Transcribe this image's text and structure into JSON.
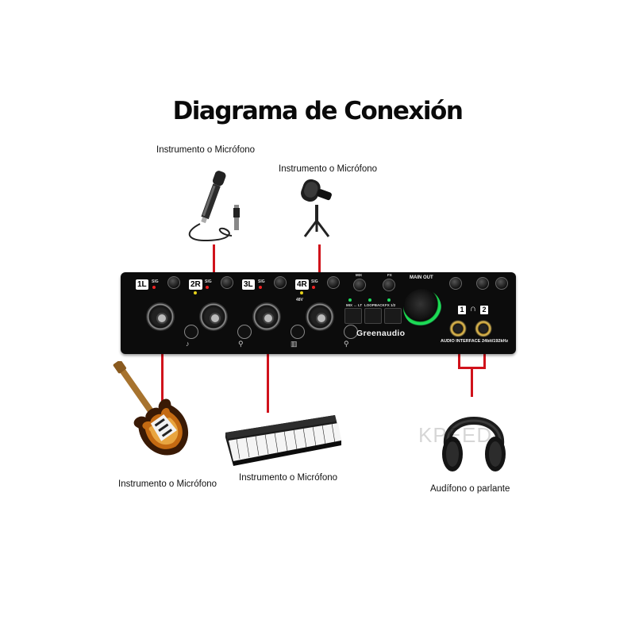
{
  "title": "Diagrama de Conexión",
  "labels": {
    "mic_top_left": "Instrumento o Micrófono",
    "mic_top_right": "Instrumento o Micrófono",
    "guitar": "Instrumento o Micrófono",
    "keyboard": "Instrumento o Micrófono",
    "headphones": "Audífono o parlante"
  },
  "device": {
    "brand": "Greenaudio",
    "main_out": "MAIN OUT",
    "interface_text": "AUDIO INTERFACE 24bit/192kHz",
    "channels": [
      "1L",
      "2R",
      "3L",
      "4R"
    ],
    "sig_label": "SIG",
    "mix_label": "MIX",
    "fx_label": "FX",
    "phantom_label": "48V",
    "button_labels": [
      "MIX ↔ LT",
      "LOOPBACK",
      "FX 1/2"
    ],
    "headphone_numbers": [
      "1",
      "2"
    ],
    "headphone_symbol": "∩",
    "watermark": "KPEED"
  },
  "watermark": "KPEED",
  "colors": {
    "wire": "#d0121b",
    "accent_green": "#1fe060",
    "device_body": "#0c0c0c"
  }
}
